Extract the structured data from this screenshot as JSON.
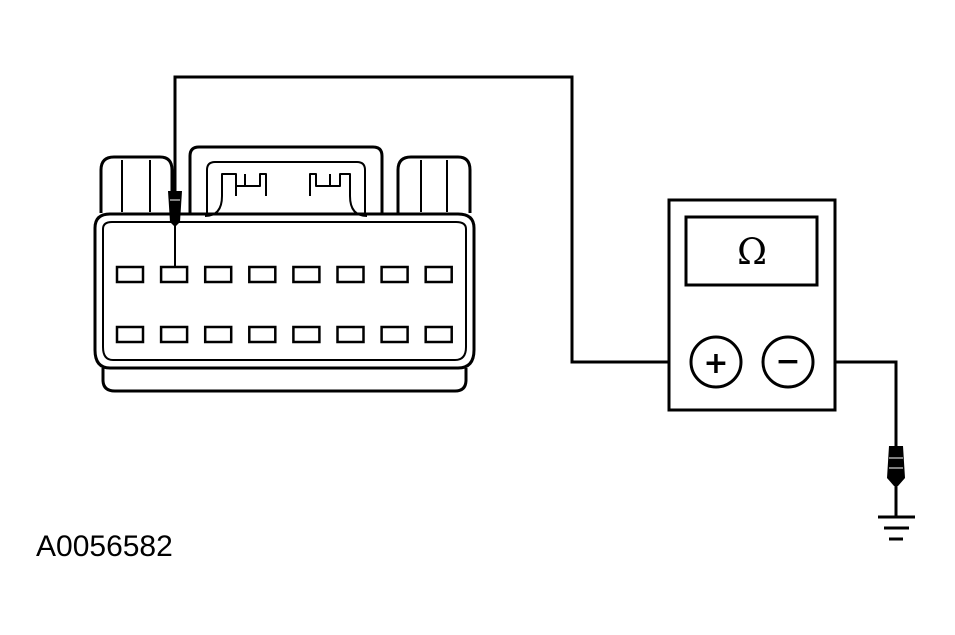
{
  "figure": {
    "reference_id": "A0056582"
  },
  "meter": {
    "display_symbol": "Ω",
    "positive_symbol": "+",
    "negative_symbol": "−"
  },
  "connector": {
    "rows": 2,
    "pins_per_row": 8,
    "probed_pin": {
      "row": 1,
      "position": 2
    }
  },
  "icons": {
    "ground": "ground-symbol-icon",
    "probe": "test-probe-icon"
  },
  "colors": {
    "ink": "#000000",
    "background": "#ffffff"
  }
}
